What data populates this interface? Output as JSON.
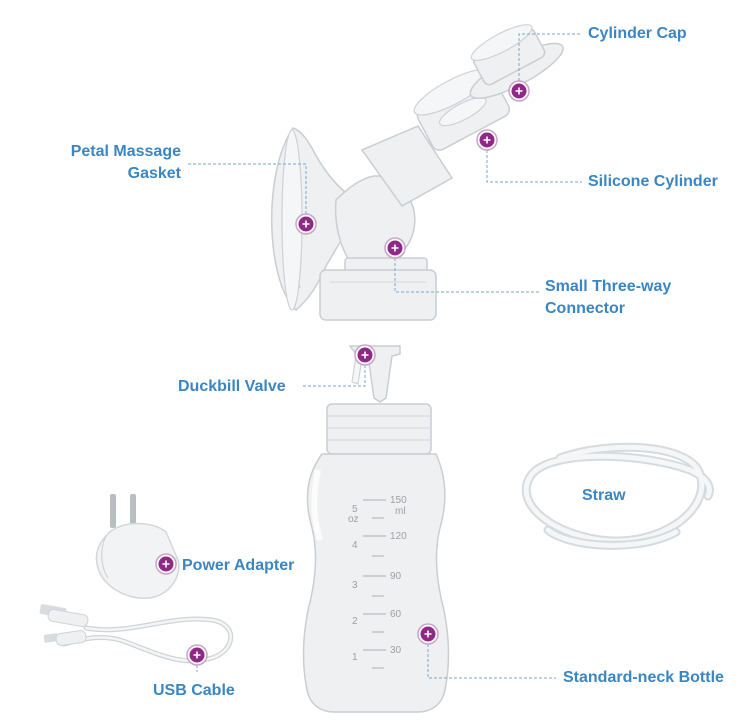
{
  "labels": {
    "cylinder_cap": "Cylinder Cap",
    "silicone_cylinder": "Silicone Cylinder",
    "petal_massage_gasket_line1": "Petal Massage",
    "petal_massage_gasket_line2": "Gasket",
    "small_three_way_connector_line1": "Small Three-way",
    "small_three_way_connector_line2": "Connector",
    "duckbill_valve": "Duckbill Valve",
    "straw": "Straw",
    "power_adapter": "Power Adapter",
    "usb_cable": "USB Cable",
    "standard_neck_bottle": "Standard-neck Bottle"
  },
  "bottle_scale": {
    "ml_marks": [
      "150",
      "120",
      "90",
      "60",
      "30"
    ],
    "oz_marks": [
      "5",
      "4",
      "3",
      "2",
      "1"
    ],
    "unit_ml": "ml",
    "unit_oz": "oz"
  },
  "colors": {
    "label_text": "#3a86c4",
    "marker": "#8e2a86",
    "leader_line": "#7aa7cf"
  }
}
